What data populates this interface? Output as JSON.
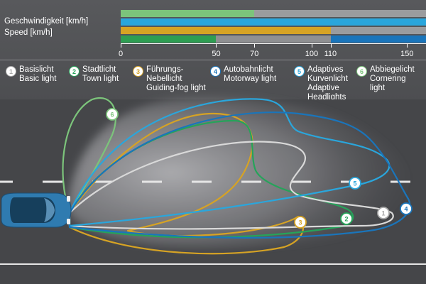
{
  "header": {
    "label_de": "Geschwindigkeit [km/h]",
    "label_en": "Speed [km/h]"
  },
  "speed_axis": {
    "min": 0,
    "max": 160,
    "ticks": [
      {
        "value": 0,
        "label": "0"
      },
      {
        "value": 50,
        "label": "50"
      },
      {
        "value": 70,
        "label": "70"
      },
      {
        "value": 100,
        "label": "100"
      },
      {
        "value": 110,
        "label": "110"
      },
      {
        "value": 150,
        "label": "150"
      }
    ]
  },
  "speed_rows": [
    {
      "segments": [
        {
          "from": 0,
          "to": 70,
          "color": "#7cc47b"
        },
        {
          "from": 70,
          "to": 160,
          "color": "#9b9c9e"
        }
      ]
    },
    {
      "segments": [
        {
          "from": 0,
          "to": 160,
          "color": "#2aa6dc"
        }
      ]
    },
    {
      "segments": [
        {
          "from": 0,
          "to": 110,
          "color": "#d6a324"
        },
        {
          "from": 110,
          "to": 160,
          "color": "#9b9c9e"
        }
      ]
    },
    {
      "segments": [
        {
          "from": 0,
          "to": 50,
          "color": "#2e9e52"
        },
        {
          "from": 50,
          "to": 110,
          "color": "#8f9092"
        },
        {
          "from": 110,
          "to": 160,
          "color": "#1a75bb"
        }
      ]
    }
  ],
  "legend": [
    {
      "number": "1",
      "de": "Basislicht",
      "en": "Basic light",
      "color": "#a8a8a8"
    },
    {
      "number": "2",
      "de": "Stadtlicht",
      "en": "Town light",
      "color": "#26a35a"
    },
    {
      "number": "3",
      "de": "Führungs-",
      "de2": "Nebellicht",
      "en": "Guiding-fog light",
      "color": "#d6a324"
    },
    {
      "number": "4",
      "de": "Autobahnlicht",
      "en": "Motorway light",
      "color": "#1a75bb"
    },
    {
      "number": "5",
      "de": "Adaptives",
      "de2": "Kurvenlicht",
      "en": "Adaptive",
      "en2": "Headlights",
      "color": "#2aa6dc"
    },
    {
      "number": "6",
      "de": "Abbiegelicht",
      "en": "Cornering",
      "en2": "light",
      "color": "#7cc47b"
    }
  ],
  "beam_markers": [
    {
      "number": "6",
      "color": "#7cc47b"
    },
    {
      "number": "5",
      "color": "#2aa6dc"
    },
    {
      "number": "4",
      "color": "#1a75bb"
    },
    {
      "number": "3",
      "color": "#d6a324"
    },
    {
      "number": "2",
      "color": "#26a35a"
    },
    {
      "number": "1",
      "color": "#a8a8a8"
    }
  ],
  "colors": {
    "road": "#4a4b4e",
    "lane_marking": "#e6e6e6",
    "car_body": "#2f7bb0"
  }
}
